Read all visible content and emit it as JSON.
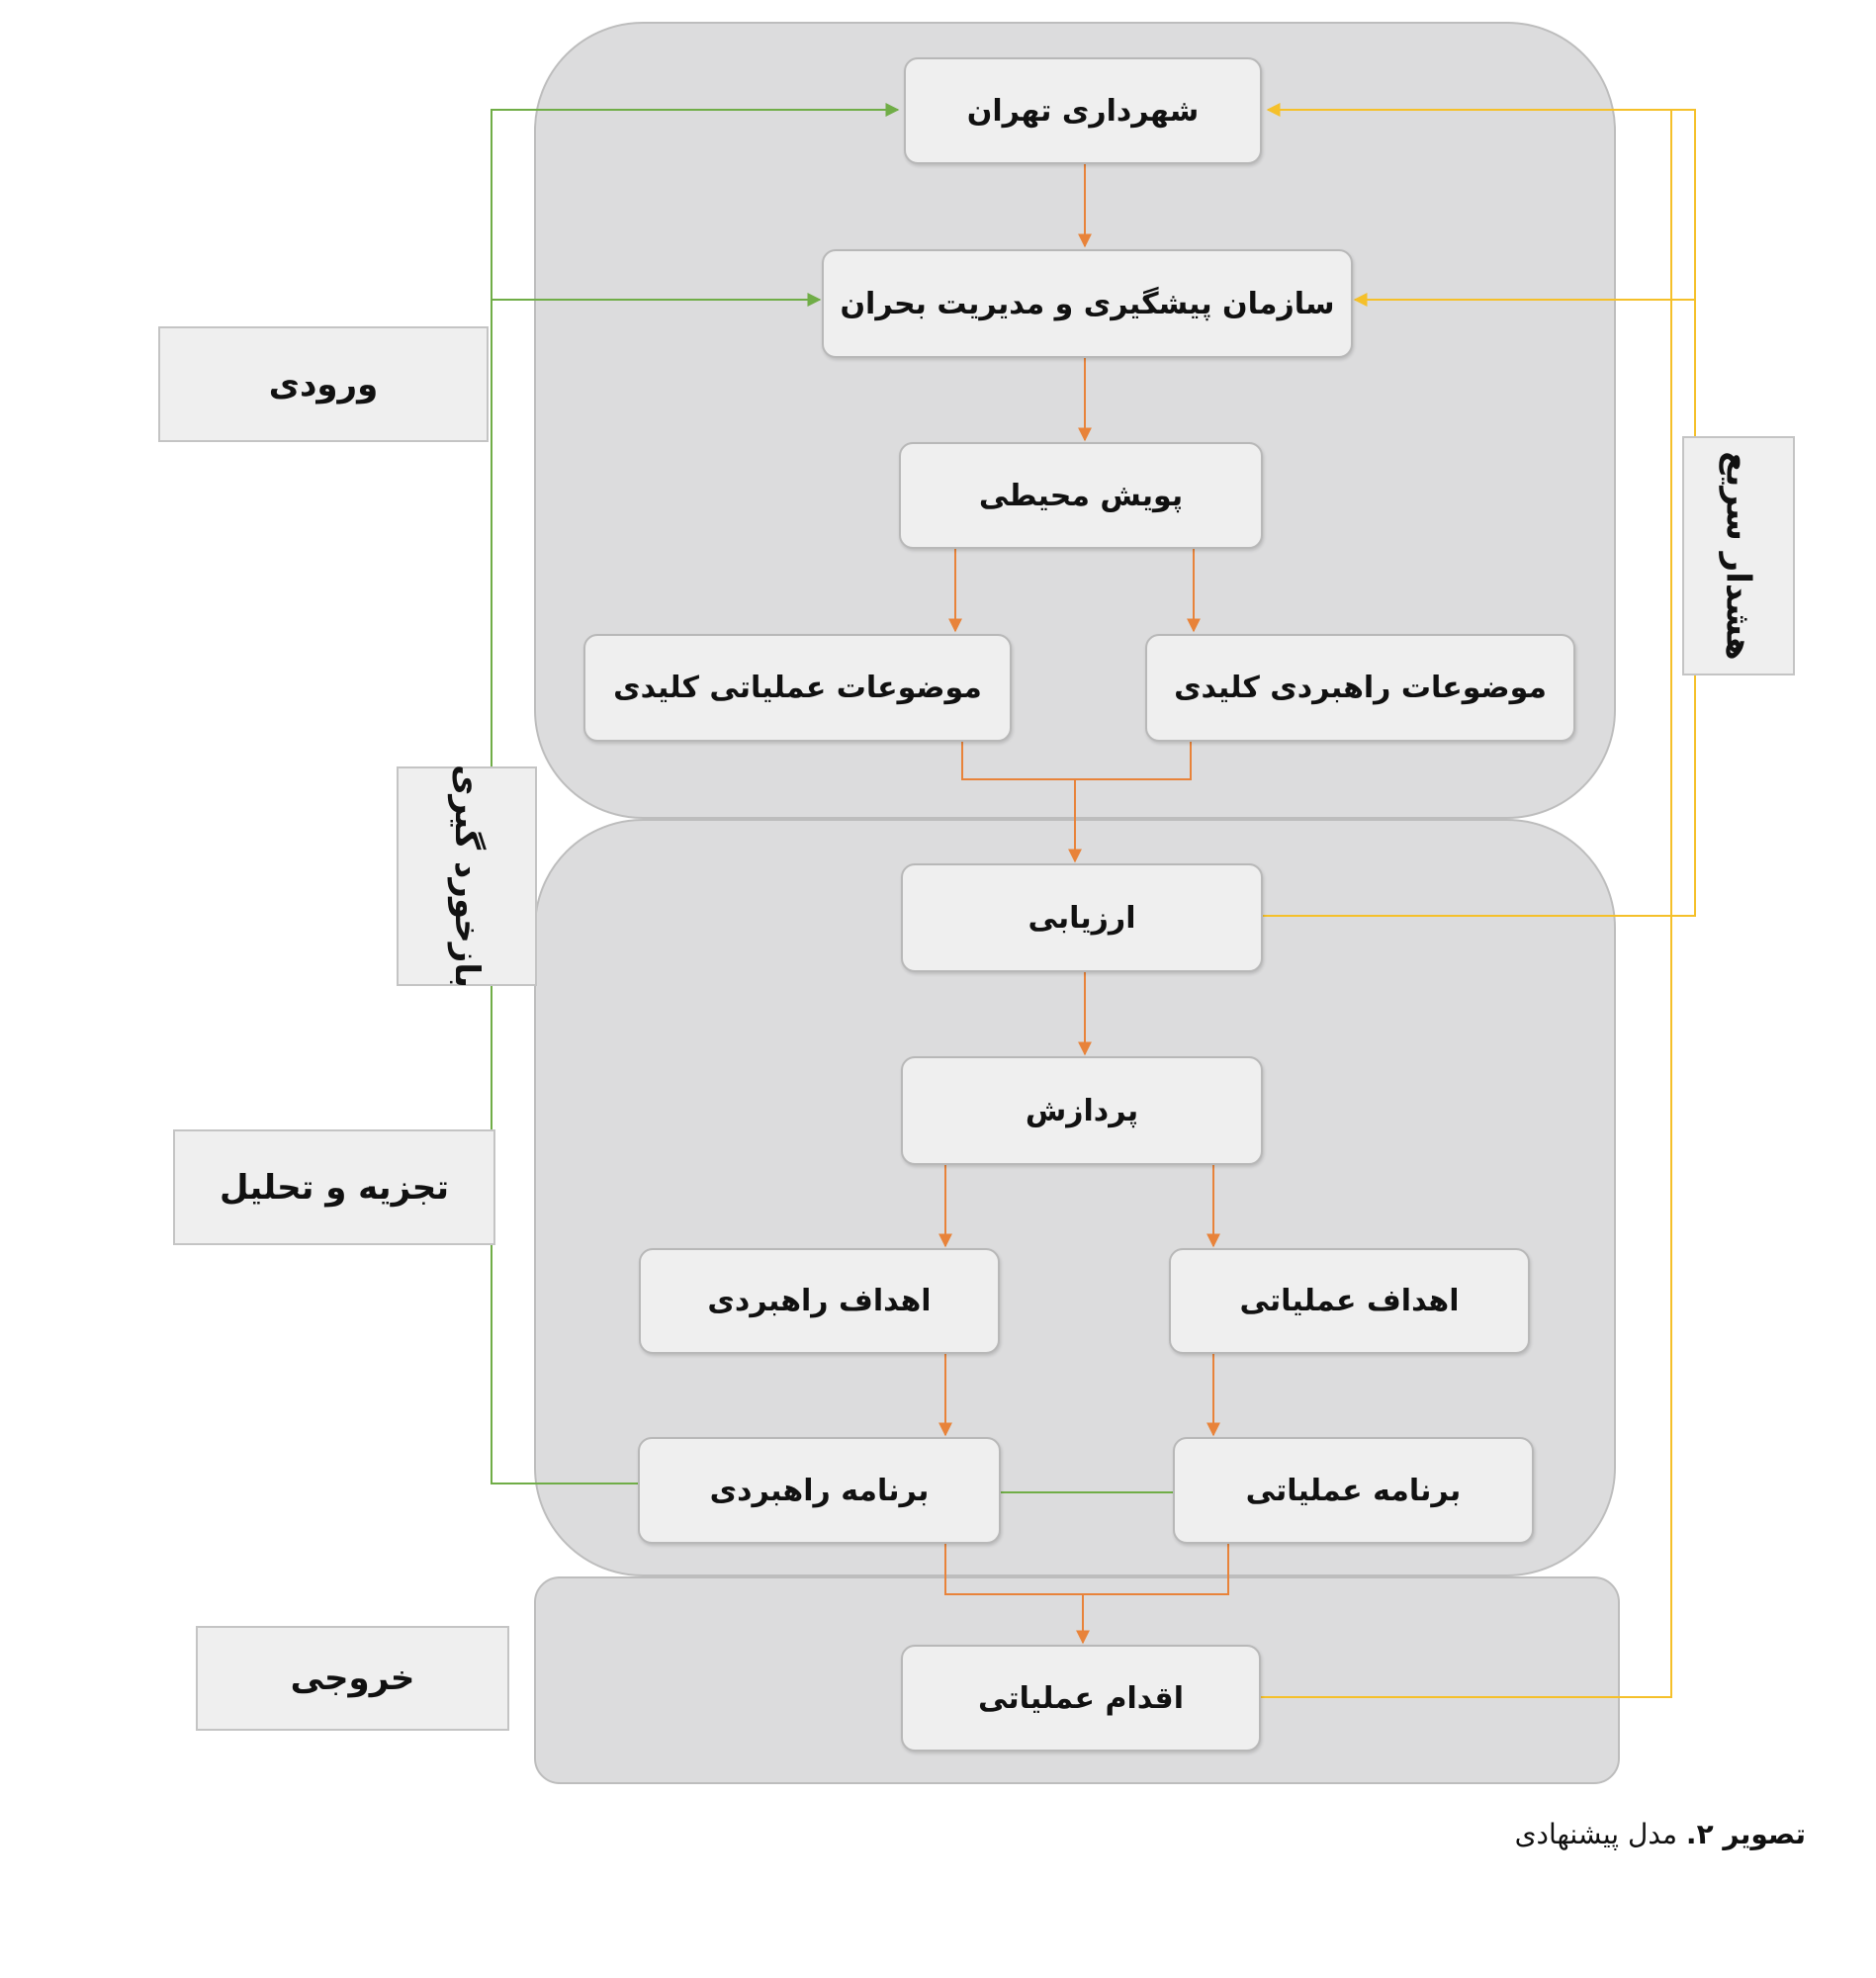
{
  "labels": {
    "input": "ورودی",
    "analysis": "تجزیه و تحلیل",
    "output": "خروجی",
    "feedback": "بازخورد گیری",
    "early_warning": "هشدار سریع"
  },
  "nodes": {
    "tehran_municipality": "شهرداری تهران",
    "crisis_org": "سازمان پیشگیری و مدیریت بحران",
    "env_scan": "پویش محیطی",
    "key_operational_topics": "موضوعات عملیاتی کلیدی",
    "key_strategic_topics": "موضوعات راهبردی کلیدی",
    "evaluation": "ارزیابی",
    "processing": "پردازش",
    "strategic_goals": "اهداف راهبردی",
    "operational_goals": "اهداف عملیاتی",
    "strategic_plan": "برنامه راهبردی",
    "operational_plan": "برنامه عملیاتی",
    "operational_action": "اقدام عملیاتی"
  },
  "caption": {
    "prefix": "تصویر ۲.",
    "text": " مدل پیشنهادی"
  },
  "colors": {
    "flow_arrow": "#e8833a",
    "feedback_line": "#70ad47",
    "warning_line": "#f5c02a",
    "panel": "#dcdcdd",
    "box": "#efefef"
  }
}
